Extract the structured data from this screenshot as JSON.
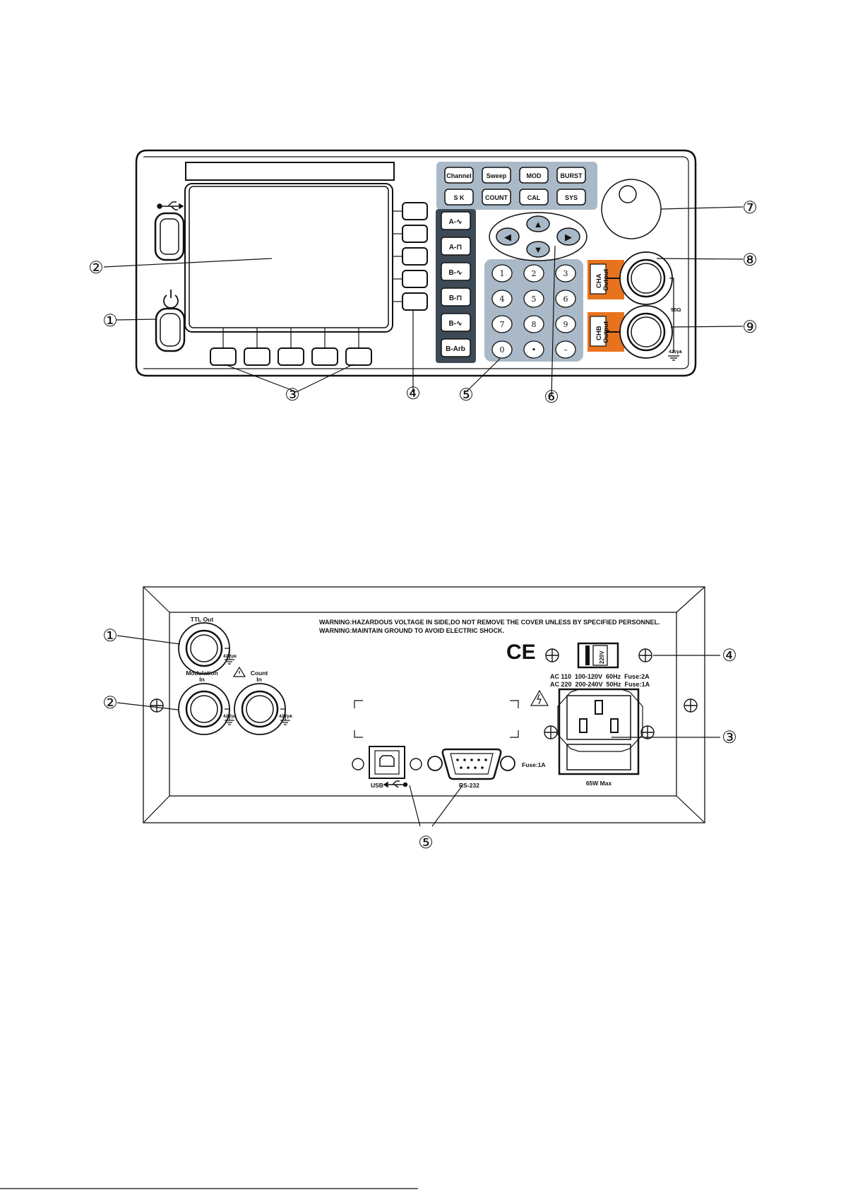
{
  "front_panel": {
    "top_keys": [
      "Channel",
      "Sweep",
      "MOD",
      "BURST",
      "S K",
      "COUNT",
      "CAL",
      "SYS"
    ],
    "wave_keys": [
      "A-∿",
      "A-⊓",
      "B-∿",
      "B-⊓",
      "B-∿",
      "B-Arb"
    ],
    "numpad_keys": [
      "1",
      "2",
      "3",
      "4",
      "5",
      "6",
      "7",
      "8",
      "9",
      "0",
      "•",
      "–"
    ],
    "nav_keys": {
      "up": "▲",
      "down": "▼",
      "left": "◀",
      "right": "▶"
    },
    "cha_label": [
      "CHA",
      "Output"
    ],
    "chb_label": [
      "CHB",
      "Output"
    ],
    "impedance": "50Ω",
    "max_voltage": "42Vpk",
    "callouts": [
      "①",
      "②",
      "③",
      "④",
      "⑤",
      "⑥",
      "⑦",
      "⑧",
      "⑨"
    ]
  },
  "rear_panel": {
    "warning_1": "WARNING:HAZARDOUS VOLTAGE IN SIDE,DO NOT REMOVE THE COVER UNLESS BY SPECIFIED PERSONNEL.",
    "warning_2": "WARNING:MAINTAIN GROUND TO AVOID ELECTRIC SHOCK.",
    "ttl_out": "TTL Out",
    "modulation_in": [
      "Modulation",
      "In"
    ],
    "count_in": [
      "Count",
      "In"
    ],
    "max_voltage": "42Vpk",
    "ce_mark": "CE",
    "voltage_switch": "220V",
    "ac_line_1": "AC 110  100-120V  60Hz  Fuse:2A",
    "ac_line_2": "AC 220  200-240V  50Hz  Fuse:1A",
    "fuse_label": "Fuse:1A",
    "power_rating": "65W Max",
    "usb_label": "USB",
    "rs232_label": "RS-232",
    "callouts": [
      "①",
      "②",
      "③",
      "④",
      "⑤"
    ]
  }
}
